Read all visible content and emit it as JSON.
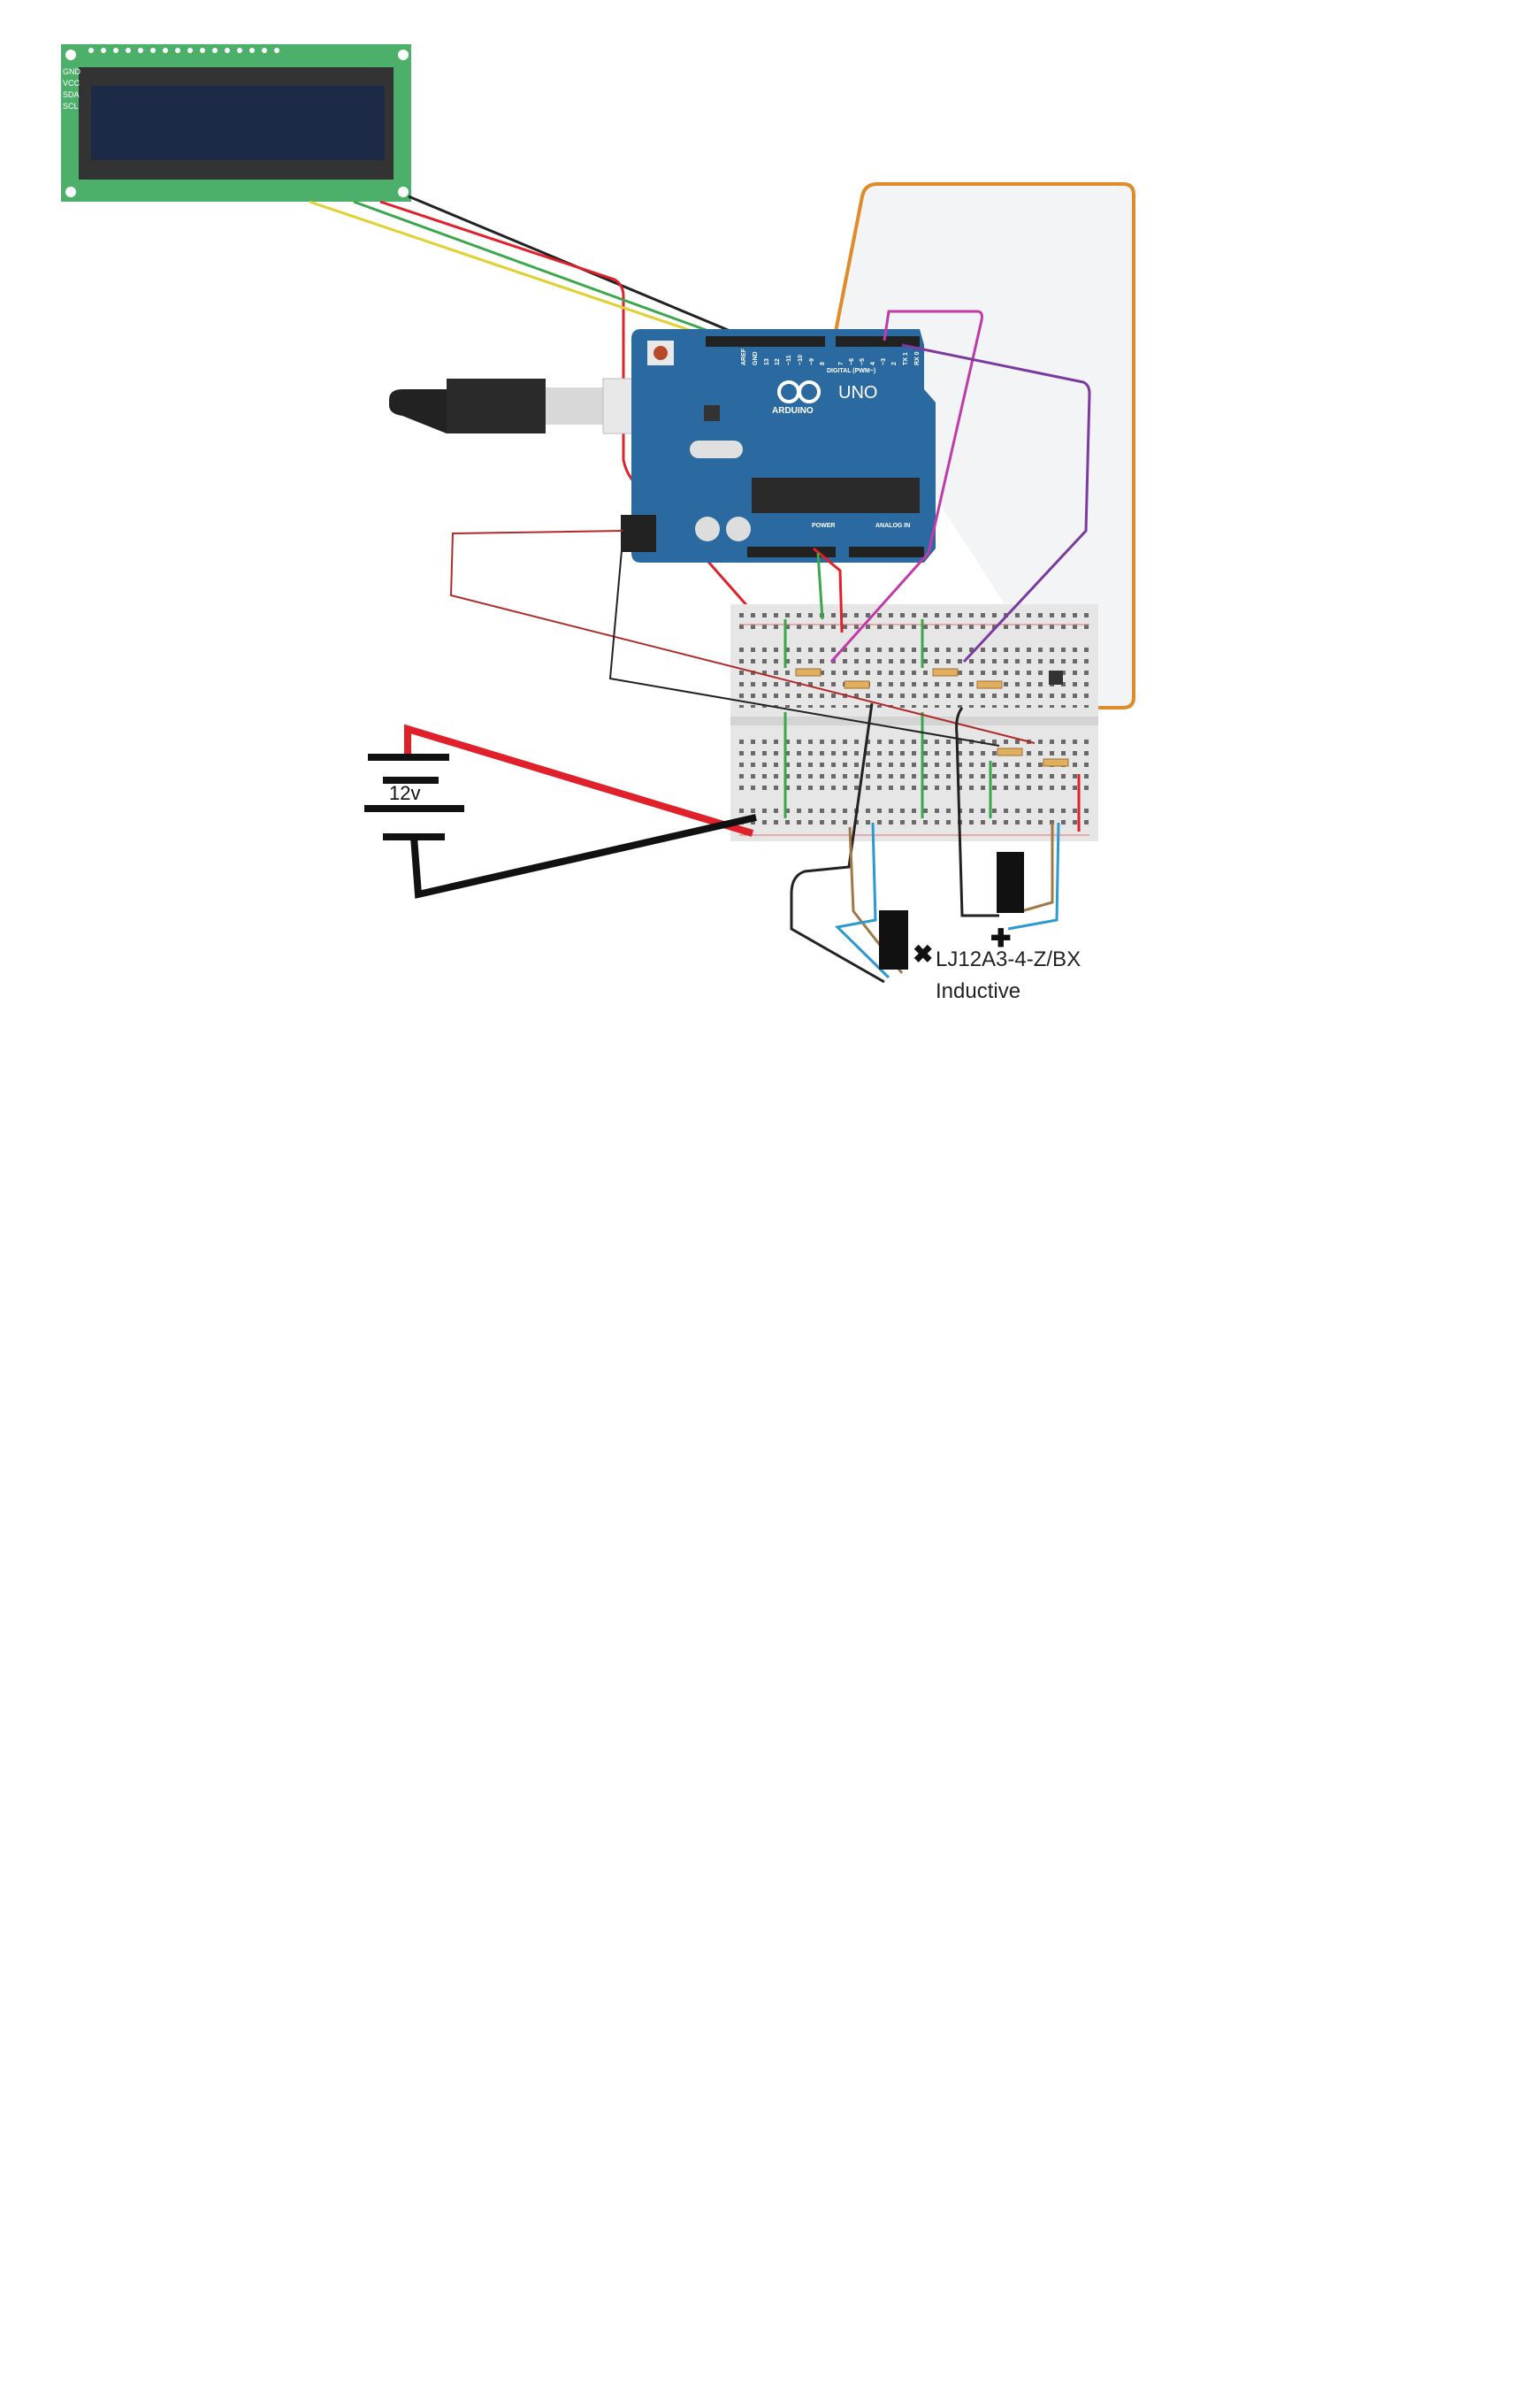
{
  "lcd": {
    "pins": [
      "GND",
      "VCC",
      "SDA",
      "SCL"
    ]
  },
  "arduino": {
    "brand": "ARDUINO",
    "model": "UNO",
    "digital_label": "DIGITAL (PWM~)",
    "power_label": "POWER",
    "analog_label": "ANALOG IN",
    "pin_labels": [
      "AREF",
      "GND",
      "13",
      "12",
      "~11",
      "~10",
      "~9",
      "8",
      "7",
      "~6",
      "~5",
      "4",
      "~3",
      "2",
      "TX 1",
      "RX 0"
    ]
  },
  "battery": {
    "label": "12v"
  },
  "sensor": {
    "model": "LJ12A3-4-Z/BX",
    "type": "Inductive"
  },
  "colors": {
    "lcd_board": "#4caf6a",
    "lcd_screen": "#1c2a48",
    "arduino": "#2b6aa0",
    "breadboard": "#e6e6e6",
    "wire_red": "#e0202a",
    "wire_black": "#111111",
    "wire_orange": "#e08a2a",
    "wire_magenta": "#c03aa8",
    "wire_purple": "#7a3aa0",
    "wire_green": "#3aa84a",
    "wire_yellow": "#e0d030",
    "wire_blue": "#2a9ad0",
    "wire_brown": "#a07848"
  }
}
